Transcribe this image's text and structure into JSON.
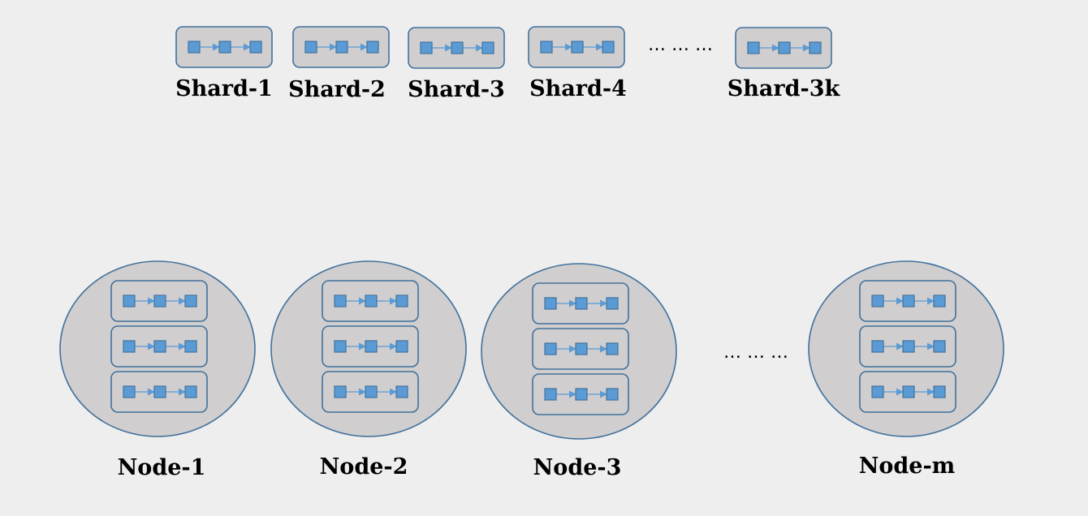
{
  "shards": [
    {
      "label": "Shard-1"
    },
    {
      "label": "Shard-2"
    },
    {
      "label": "Shard-3"
    },
    {
      "label": "Shard-4"
    },
    {
      "label": "Shard-3k"
    }
  ],
  "shard_ellipsis": "… … …",
  "nodes": [
    {
      "label": "Node-1"
    },
    {
      "label": "Node-2"
    },
    {
      "label": "Node-3"
    },
    {
      "label": "Node-m"
    }
  ],
  "node_ellipsis": "… … …",
  "colors": {
    "background": "#eeeeee",
    "box_fill": "#d0cece",
    "outline": "#41719c",
    "square_fill": "#5b9bd5",
    "arrow": "#5b9bd5"
  }
}
